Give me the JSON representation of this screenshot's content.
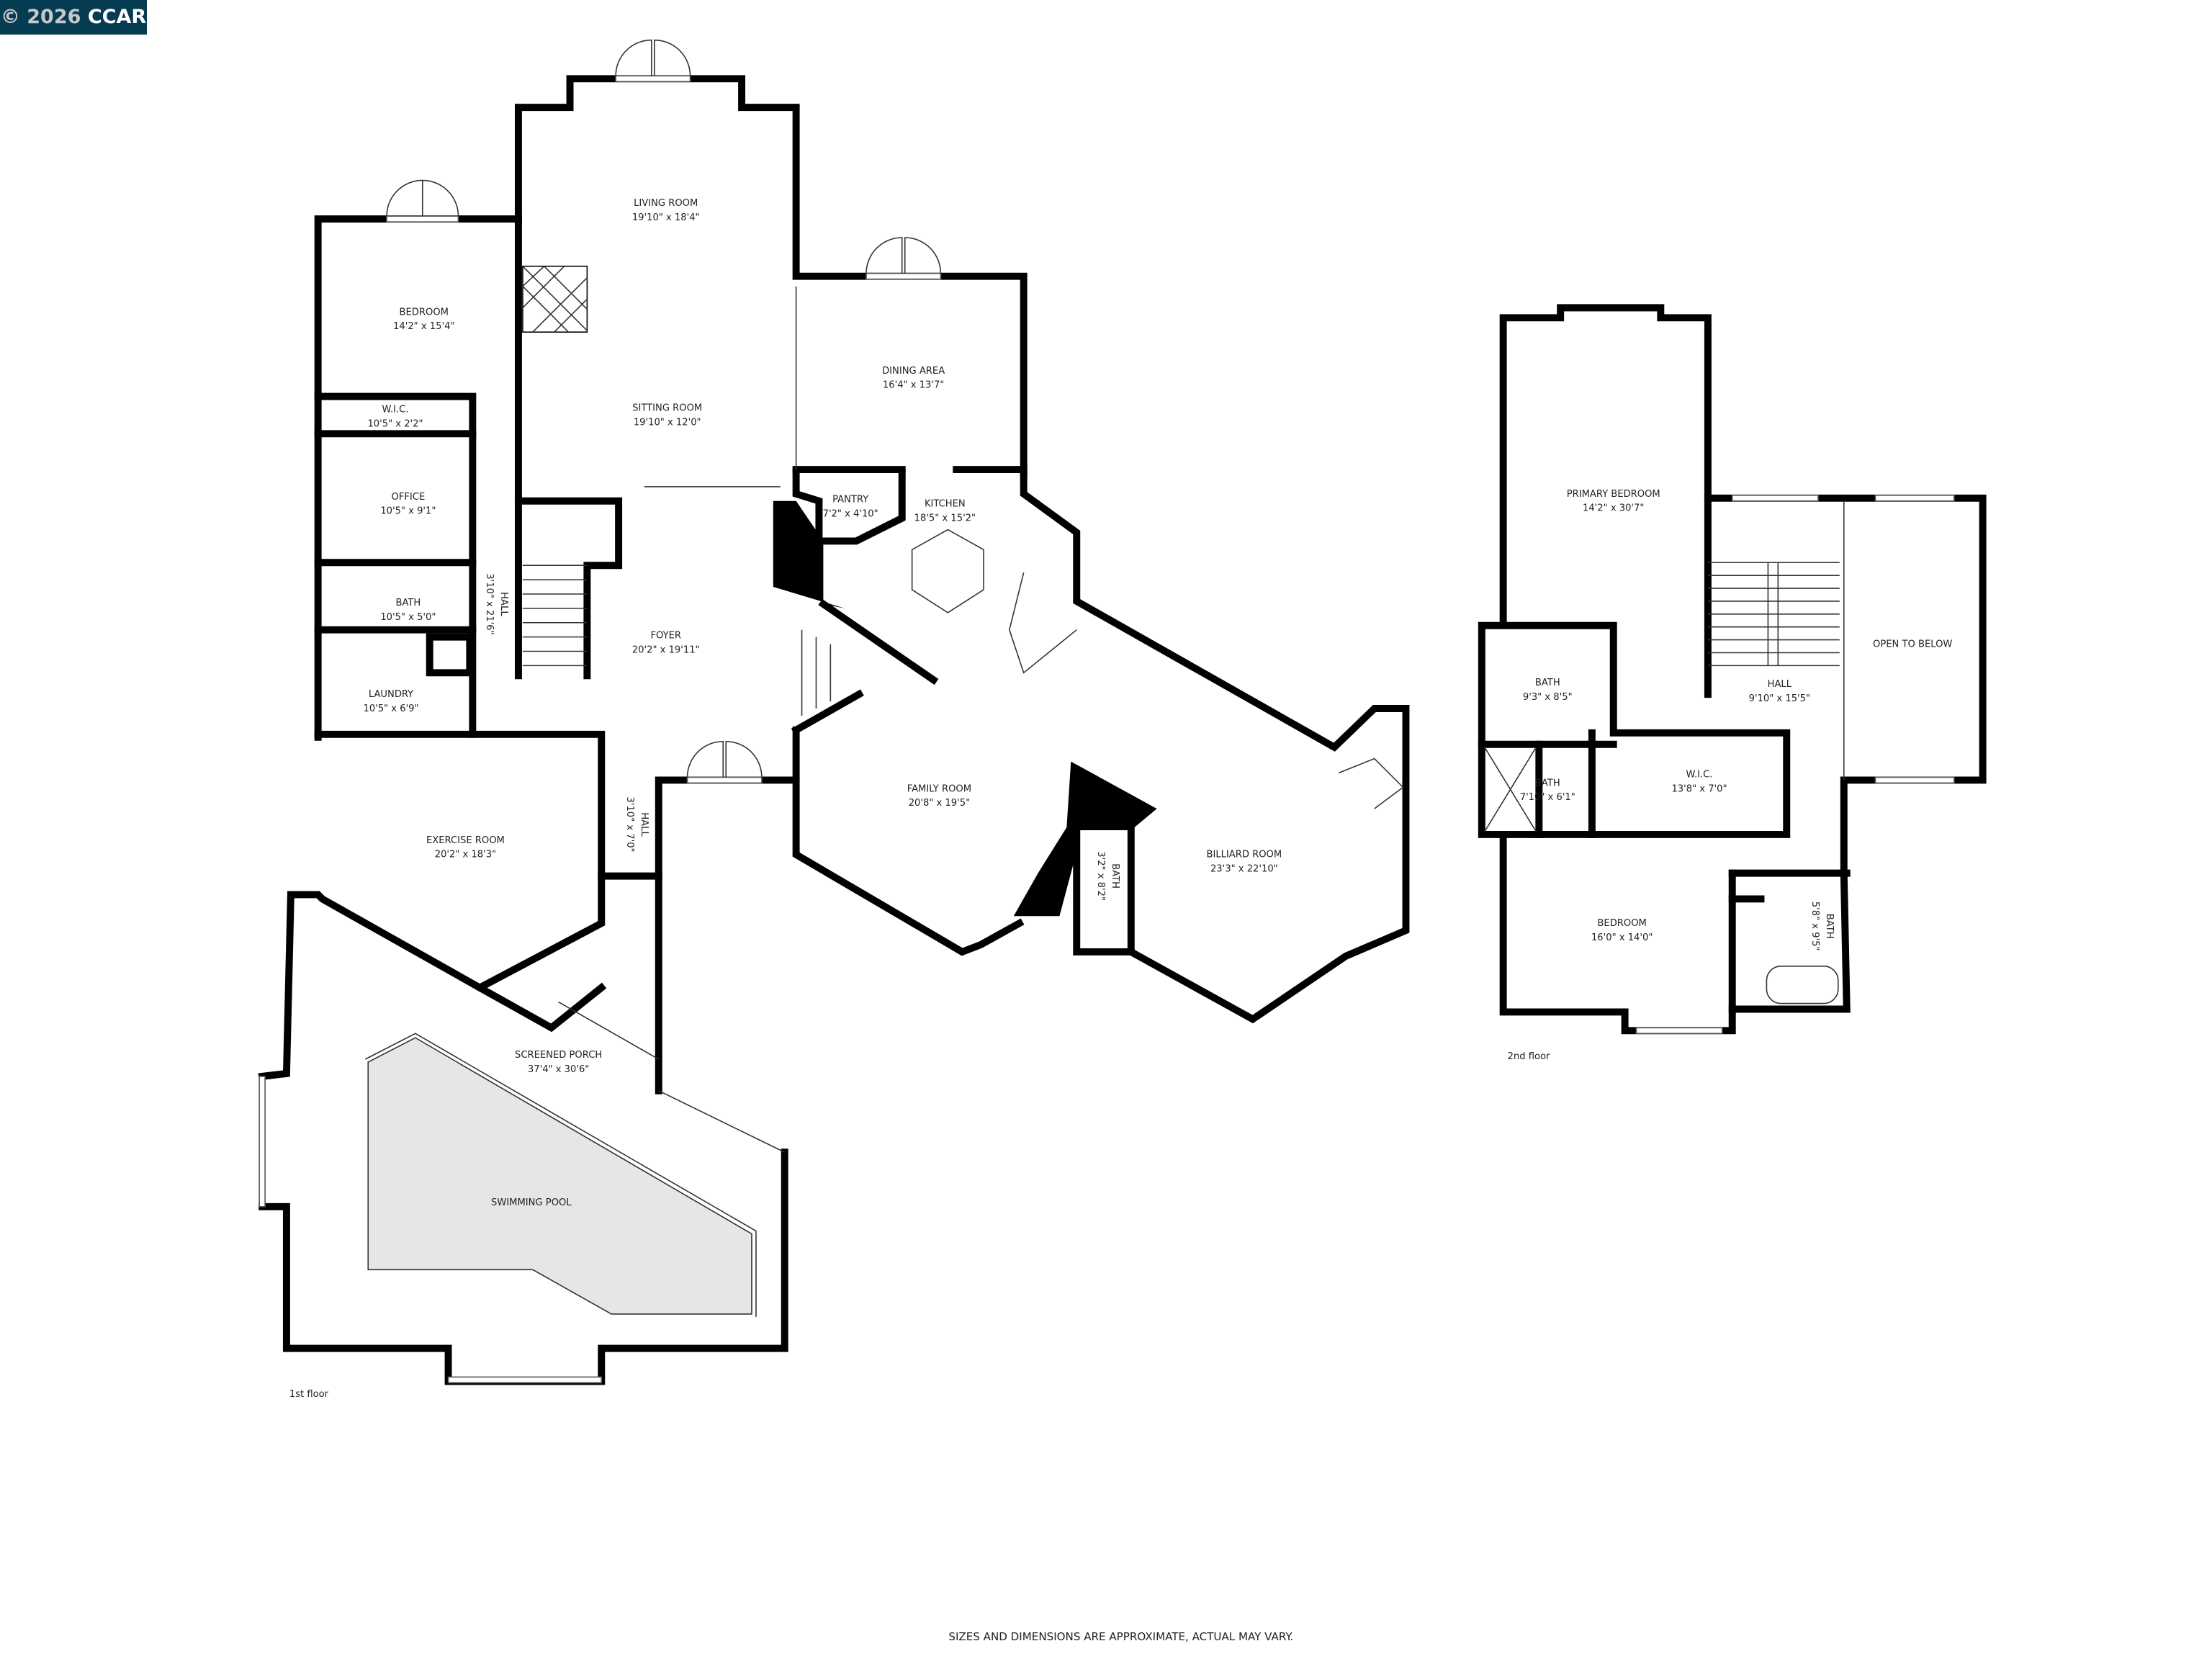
{
  "badge": {
    "year": "© 2026",
    "org": "CCAR",
    "color": "#053c52"
  },
  "floors": [
    {
      "label": "1st floor",
      "rooms": [
        {
          "name": "LIVING ROOM",
          "dims": "19'10\" x 18'4\""
        },
        {
          "name": "BEDROOM",
          "dims": "14'2\" x 15'4\""
        },
        {
          "name": "DINING AREA",
          "dims": "16'4\" x 13'7\""
        },
        {
          "name": "W.I.C.",
          "dims": "10'5\" x 2'2\""
        },
        {
          "name": "SITTING ROOM",
          "dims": "19'10\" x 12'0\""
        },
        {
          "name": "OFFICE",
          "dims": "10'5\" x 9'1\""
        },
        {
          "name": "PANTRY",
          "dims": "7'2\" x 4'10\""
        },
        {
          "name": "KITCHEN",
          "dims": "18'5\" x 15'2\""
        },
        {
          "name": "BATH",
          "dims": "10'5\" x 5'0\""
        },
        {
          "name": "HALL",
          "dims": "3'10\" x 21'6\""
        },
        {
          "name": "FOYER",
          "dims": "20'2\" x 19'11\""
        },
        {
          "name": "LAUNDRY",
          "dims": "10'5\" x 6'9\""
        },
        {
          "name": "FAMILY ROOM",
          "dims": "20'8\" x 19'5\""
        },
        {
          "name": "EXERCISE ROOM",
          "dims": "20'2\" x 18'3\""
        },
        {
          "name": "HALL",
          "dims": "3'10\" x 7'0\""
        },
        {
          "name": "BILLIARD ROOM",
          "dims": "23'3\" x 22'10\""
        },
        {
          "name": "BATH",
          "dims": "3'2\" x 8'2\""
        },
        {
          "name": "SCREENED PORCH",
          "dims": "37'4\" x 30'6\""
        },
        {
          "name": "SWIMMING POOL",
          "dims": ""
        }
      ]
    },
    {
      "label": "2nd floor",
      "rooms": [
        {
          "name": "PRIMARY BEDROOM",
          "dims": "14'2\" x 30'7\""
        },
        {
          "name": "OPEN TO BELOW",
          "dims": ""
        },
        {
          "name": "BATH",
          "dims": "9'3\" x 8'5\""
        },
        {
          "name": "HALL",
          "dims": "9'10\" x 15'5\""
        },
        {
          "name": "BATH",
          "dims": "7'10\" x 6'1\""
        },
        {
          "name": "W.I.C.",
          "dims": "13'8\" x 7'0\""
        },
        {
          "name": "BEDROOM",
          "dims": "16'0\" x 14'0\""
        },
        {
          "name": "BATH",
          "dims": "5'8\" x 9'5\""
        }
      ]
    }
  ],
  "disclaimer": "SIZES AND DIMENSIONS ARE APPROXIMATE, ACTUAL MAY VARY.",
  "colors": {
    "walls": "#000000",
    "pool": "#e6e6e6",
    "background": "#ffffff"
  }
}
